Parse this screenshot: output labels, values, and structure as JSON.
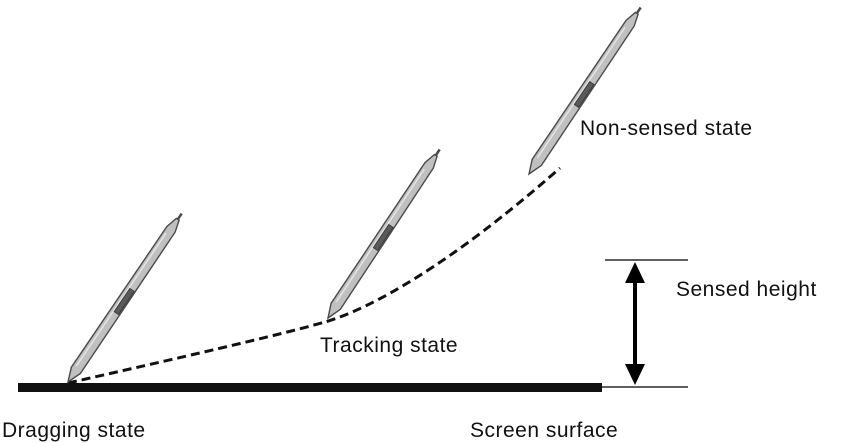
{
  "labels": {
    "non_sensed_state": "Non-sensed state",
    "sensed_height": "Sensed height",
    "tracking_state": "Tracking state",
    "dragging_state": "Dragging state",
    "screen_surface": "Screen surface"
  },
  "colors": {
    "pen_body": "#c0c0c0",
    "pen_outline": "#4a4a4a",
    "pen_grip": "#5a5a5a",
    "screen": "#111111",
    "trajectory": "#111111",
    "arrow": "#000000"
  },
  "pens": [
    {
      "name": "pen-dragging"
    },
    {
      "name": "pen-tracking"
    },
    {
      "name": "pen-non-sensed"
    }
  ]
}
